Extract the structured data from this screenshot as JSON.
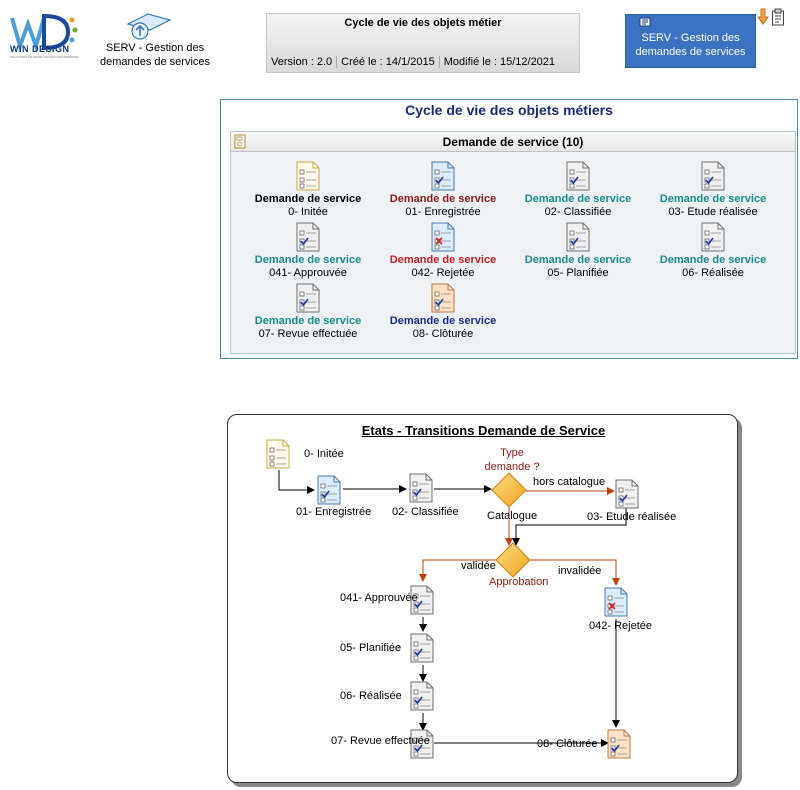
{
  "header": {
    "logo_text": "WIN DESIGN",
    "logo_subtext": "SOLUTIONS DE MODELISATION D'ENTREPRISE",
    "project_name": "SERV - Gestion des demandes de services",
    "doc_title": "Cycle de vie des objets métier",
    "version": "Version : 2.0",
    "created": "Créé le : 14/1/2015",
    "modified": "Modifié le : 15/12/2021",
    "button_label": "SERV - Gestion des demandes de services"
  },
  "panel": {
    "title": "Cycle de vie des objets métiers",
    "inner_title": "Demande de service (10)",
    "items": [
      {
        "title": "Demande de service",
        "state": "0- Initée",
        "color": "#000000",
        "doc": "yellow"
      },
      {
        "title": "Demande de service",
        "state": "01- Enregistrée",
        "color": "#8b1a1a",
        "doc": "blue"
      },
      {
        "title": "Demande de service",
        "state": "02- Classifiée",
        "color": "#1a8a8a",
        "doc": "grey"
      },
      {
        "title": "Demande de service",
        "state": "03- Etude réalisée",
        "color": "#1a8a8a",
        "doc": "grey"
      },
      {
        "title": "Demande de service",
        "state": "041- Approuvée",
        "color": "#1a8a8a",
        "doc": "grey"
      },
      {
        "title": "Demande de service",
        "state": "042- Rejetée",
        "color": "#c02020",
        "doc": "blue-x"
      },
      {
        "title": "Demande de service",
        "state": "05- Planifiée",
        "color": "#1a8a8a",
        "doc": "grey"
      },
      {
        "title": "Demande de service",
        "state": "06- Réalisée",
        "color": "#1a8a8a",
        "doc": "grey"
      },
      {
        "title": "Demande de service",
        "state": "07- Revue effectuée",
        "color": "#1a8a8a",
        "doc": "grey"
      },
      {
        "title": "Demande de service",
        "state": "08- Clôturée",
        "color": "#1a2a8a",
        "doc": "orange"
      }
    ]
  },
  "diagram": {
    "title": "Etats - Transitions Demande de Service",
    "states": {
      "initee": "0- Initée",
      "enregistree": "01- Enregistrée",
      "classifiee": "02- Classifiée",
      "etude": "03- Etude réalisée",
      "approuvee": "041- Approuvée",
      "rejetee": "042- Rejetée",
      "planifiee": "05- Planifiée",
      "realisee": "06- Réalisée",
      "revue": "07- Revue effectuée",
      "cloturee": "08- Clôturée"
    },
    "decisions": {
      "type": "Type demande ?",
      "approbation": "Approbation"
    },
    "transitions": {
      "hors_catalogue": "hors catalogue",
      "catalogue": "Catalogue",
      "validee": "validée",
      "invalidee": "invalidée"
    }
  }
}
